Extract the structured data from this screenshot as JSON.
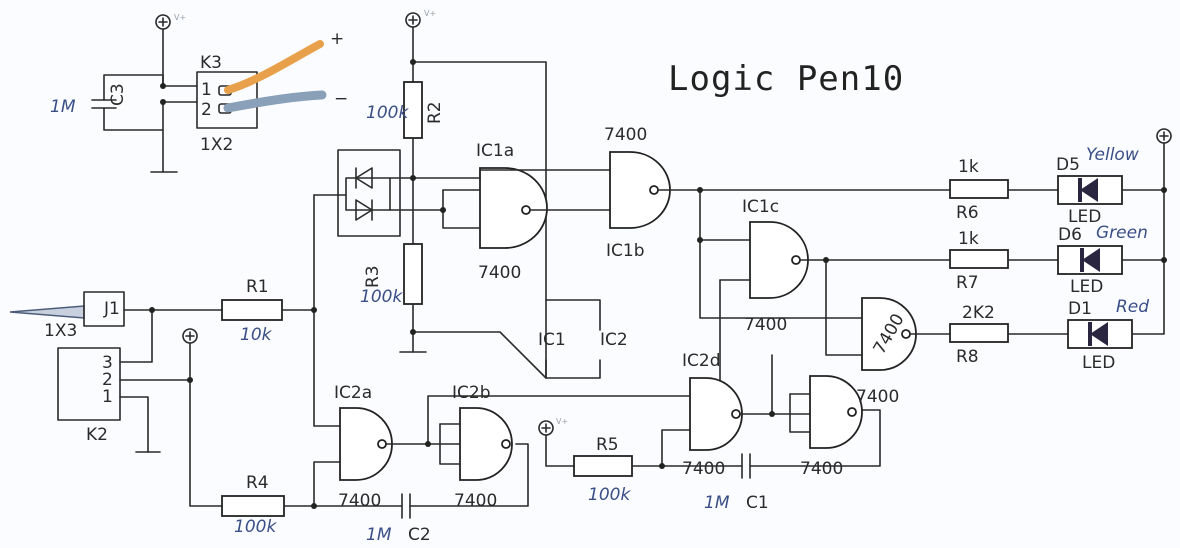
{
  "title": "Logic Pen10",
  "supply": "V+",
  "connector_k3": {
    "ref": "K3",
    "type": "1X2",
    "pin1": "1",
    "pin2": "2",
    "plus": "+",
    "minus": "−"
  },
  "c3": {
    "ref": "C3",
    "value": "1M"
  },
  "r2": {
    "ref": "R2",
    "value": "100k"
  },
  "r3": {
    "ref": "R3",
    "value": "100k"
  },
  "r1": {
    "ref": "R1",
    "value": "10k"
  },
  "r4": {
    "ref": "R4",
    "value": "100k"
  },
  "r5": {
    "ref": "R5",
    "value": "100k"
  },
  "r6": {
    "ref": "R6",
    "value": "1k"
  },
  "r7": {
    "ref": "R7",
    "value": "1k"
  },
  "r8": {
    "ref": "R8",
    "value": "2K2"
  },
  "c1": {
    "ref": "C1",
    "value": "1M"
  },
  "c2": {
    "ref": "C2",
    "value": "1M"
  },
  "j1": {
    "ref": "J1",
    "type": "1X3"
  },
  "k2": {
    "ref": "K2",
    "p1": "1",
    "p2": "2",
    "p3": "3"
  },
  "ic1a": {
    "ref": "IC1a",
    "part": "7400"
  },
  "ic1b": {
    "ref": "IC1b",
    "part": "7400"
  },
  "ic1c": {
    "ref": "IC1c",
    "part": "7400"
  },
  "ic1d": {
    "part": "7400"
  },
  "ic2a": {
    "ref": "IC2a",
    "part": "7400"
  },
  "ic2b": {
    "ref": "IC2b",
    "part": "7400"
  },
  "ic2c": {
    "part": "7400"
  },
  "ic2d": {
    "ref": "IC2d",
    "part": "7400"
  },
  "ic1": "IC1",
  "ic2": "IC2",
  "d5": {
    "ref": "D5",
    "color": "Yellow",
    "type": "LED"
  },
  "d6": {
    "ref": "D6",
    "color": "Green",
    "type": "LED"
  },
  "d1": {
    "ref": "D1",
    "color": "Red",
    "type": "LED"
  },
  "colors": {
    "probe_plus": "#e8a14a",
    "probe_minus": "#8aa0b8",
    "led_fill": "#2a2640"
  }
}
